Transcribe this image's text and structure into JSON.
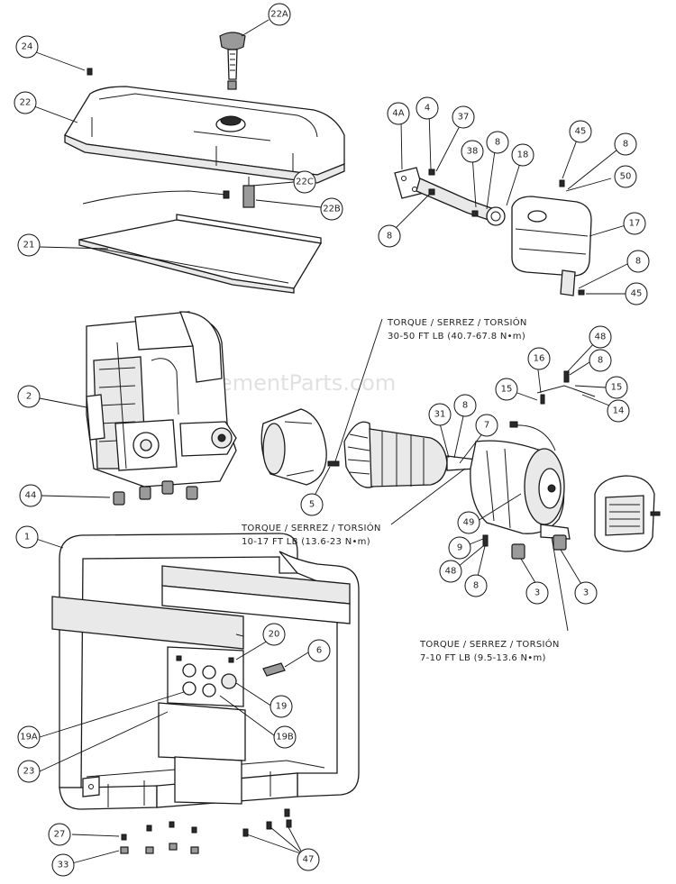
{
  "watermark": "eReplacementParts.com",
  "torque": {
    "t1_line1": "TORQUE / SERREZ / TORSIÓN",
    "t1_line2": "30-50 FT LB (40.7-67.8 N•m)",
    "t2_line1": "TORQUE / SERREZ / TORSIÓN",
    "t2_line2": "10-17 FT LB (13.6-23 N•m)",
    "t3_line1": "TORQUE / SERREZ / TORSIÓN",
    "t3_line2": "7-10 FT LB (9.5-13.6 N•m)"
  },
  "callouts": [
    "22A",
    "24",
    "22",
    "22C",
    "22B",
    "21",
    "4A",
    "4",
    "37",
    "38",
    "8",
    "18",
    "45",
    "50",
    "17",
    "2",
    "44",
    "5",
    "31",
    "7",
    "48",
    "16",
    "15",
    "14",
    "49",
    "9",
    "1",
    "6",
    "20",
    "19",
    "19A",
    "19B",
    "23",
    "3",
    "27",
    "33",
    "47"
  ]
}
